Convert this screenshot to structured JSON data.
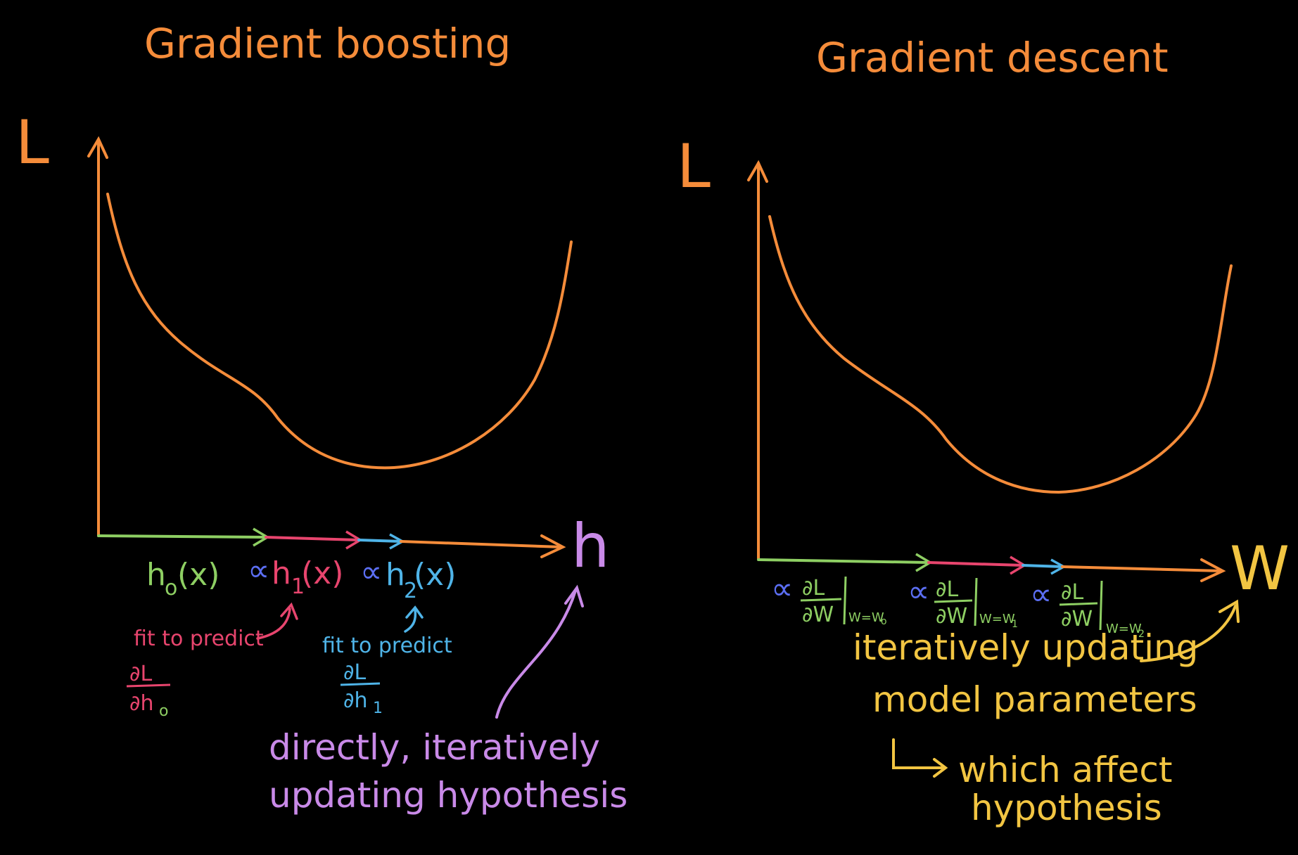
{
  "colors": {
    "orange": "#f58c3a",
    "green": "#8ecf63",
    "pink": "#e8456e",
    "blue": "#4fb4e8",
    "indigo": "#5b6ef2",
    "violet": "#c98ae8",
    "yellow": "#f2c542"
  },
  "left": {
    "title": "Gradient boosting",
    "y_axis": "L",
    "x_axis": "h",
    "h0": "h",
    "h0_sub": "o",
    "h0_arg": "(x)",
    "prop": "∝",
    "h1": "h",
    "h1_sub": "1",
    "h1_arg": "(x)",
    "h2": "h",
    "h2_sub": "2",
    "h2_arg": "(x)",
    "fit1": "fit to predict",
    "fit1_num": "∂L",
    "fit1_den": "∂h",
    "fit1_den_sub": "o",
    "fit2": "fit to predict",
    "fit2_num": "∂L",
    "fit2_den": "∂h",
    "fit2_den_sub": "1",
    "note_line1": "directly, iteratively",
    "note_line2": "updating hypothesis"
  },
  "right": {
    "title": "Gradient descent",
    "y_axis": "L",
    "x_axis": "W",
    "prop": "∝",
    "num": "∂L",
    "den": "∂W",
    "eval0": "W=W",
    "eval0_sub": "o",
    "eval1": "W=W",
    "eval1_sub": "1",
    "eval2": "W=W",
    "eval2_sub": "2",
    "note_line1": "iteratively updating",
    "note_line2": "model parameters",
    "note_line3": "which affect",
    "note_line4": "hypothesis"
  }
}
